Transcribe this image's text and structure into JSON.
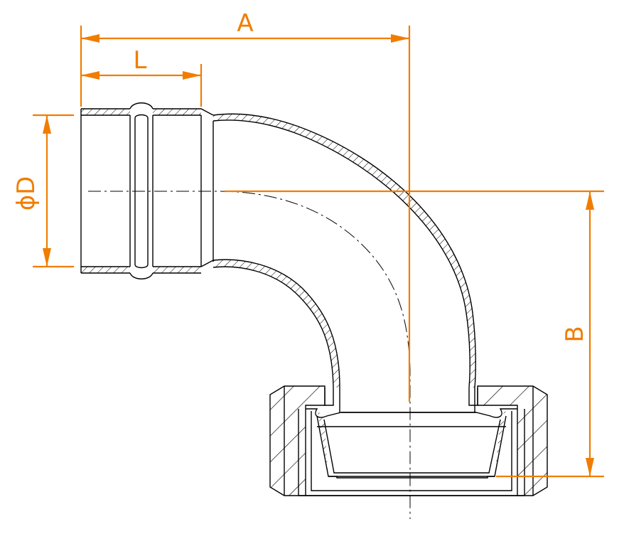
{
  "labels": {
    "a": "A",
    "l": "L",
    "b": "B",
    "d": "ϕD"
  },
  "colors": {
    "dimension": "#f07d00",
    "outline": "#000000",
    "background": "#ffffff"
  }
}
